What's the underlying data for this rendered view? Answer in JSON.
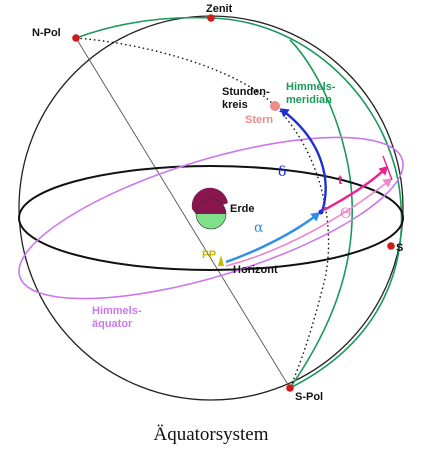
{
  "figure": {
    "labels": {
      "zenit": "Zenit",
      "n_pol": "N-Pol",
      "s_pol": "S-Pol",
      "stundenkreis_1": "Stunden-",
      "stundenkreis_2": "kreis",
      "himmelsmeridian_1": "Himmels-",
      "himmelsmeridian_2": "meridian",
      "stern": "Stern",
      "delta": "δ",
      "t": "t",
      "theta": "Θ",
      "erde": "Erde",
      "alpha": "α",
      "fp": "FP",
      "horizont": "Horizont",
      "s": "S",
      "himmelsaequator_1": "Himmels-",
      "himmelsaequator_2": "äquator"
    },
    "caption": "Äquatorsystem"
  },
  "colors": {
    "sphere": "#222222",
    "meridian": "#1a9a5a",
    "equator": "#cc77ee",
    "horizon": "#111111",
    "declination": "#1f2fd6",
    "alpha_arc": "#2f8ee8",
    "hour_angle": "#e8228f",
    "theta_arc": "#ee88c8",
    "pole_dot": "#d01b1b",
    "star": "#ee8a8a",
    "earth_top": "#8a1650",
    "earth_bottom": "#7fe08a",
    "fp": "#c8b800"
  }
}
